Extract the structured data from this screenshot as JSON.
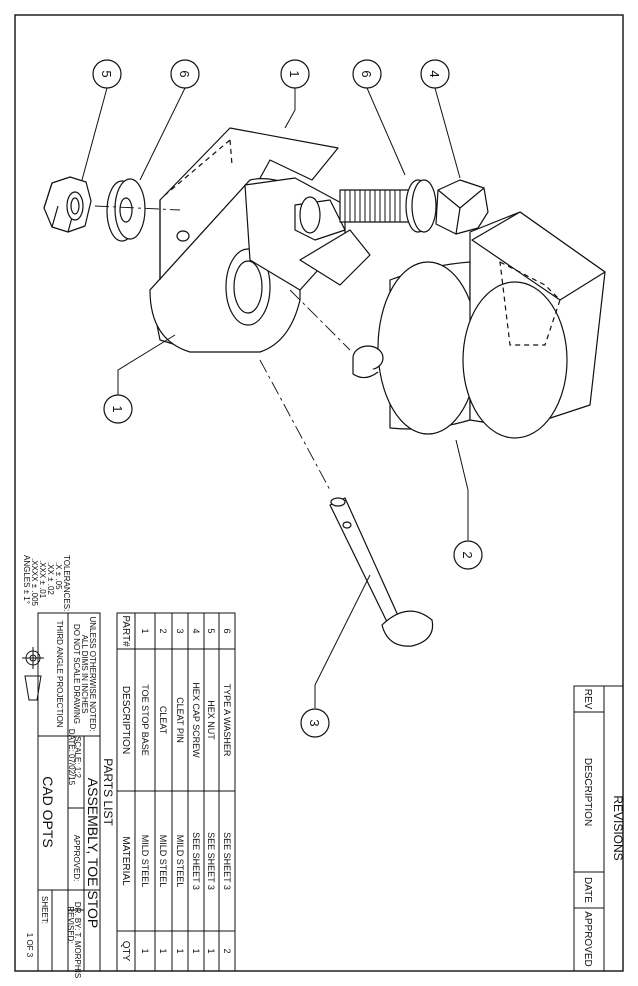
{
  "balloons": [
    "1",
    "2",
    "3",
    "4",
    "5",
    "6"
  ],
  "revisions": {
    "title": "REVISIONS",
    "headers": [
      "REV",
      "DESCRIPTION",
      "DATE",
      "APPROVED"
    ]
  },
  "parts_list": {
    "title": "PARTS LIST",
    "headers": [
      "PART#",
      "DESCRIPTION",
      "MATERIAL",
      "QTY"
    ],
    "rows": [
      [
        "6",
        "TYPE A WASHER",
        "SEE SHEET 3",
        "2"
      ],
      [
        "5",
        "HEX NUT",
        "SEE SHEET 3",
        "1"
      ],
      [
        "4",
        "HEX CAP SCREW",
        "SEE SHEET 3",
        "1"
      ],
      [
        "3",
        "CLEAT PIN",
        "MILD STEEL",
        "1"
      ],
      [
        "2",
        "CLEAT",
        "MILD STEEL",
        "1"
      ],
      [
        "1",
        "TOE STOP BASE",
        "MILD STEEL",
        "1"
      ]
    ]
  },
  "title_block": {
    "drawing_title": "ASSEMBLY, TOE STOP",
    "scale": "SCALE: 1:2",
    "date": "DATE: 07/02/15",
    "approved": "APPROVED:",
    "drawn_by": "DR. BY: T. MORPHIS",
    "revised": "REVISED:",
    "company": "CAD OPTS",
    "sheet_label": "SHEET:",
    "sheet_value": "1 OF 3",
    "notes": [
      "UNLESS OTHERWISE NOTED:",
      "ALL DIMS IN INCHES",
      "DO NOT SCALE DRAWING"
    ],
    "projection": "THIRD ANGLE PROJECTION",
    "tolerances": [
      "TOLERANCES:",
      ".X ± .05",
      ".XX ± .02",
      ".XXX ± .01",
      ".XXXX ± .005",
      "ANGLES ± 1°"
    ]
  }
}
